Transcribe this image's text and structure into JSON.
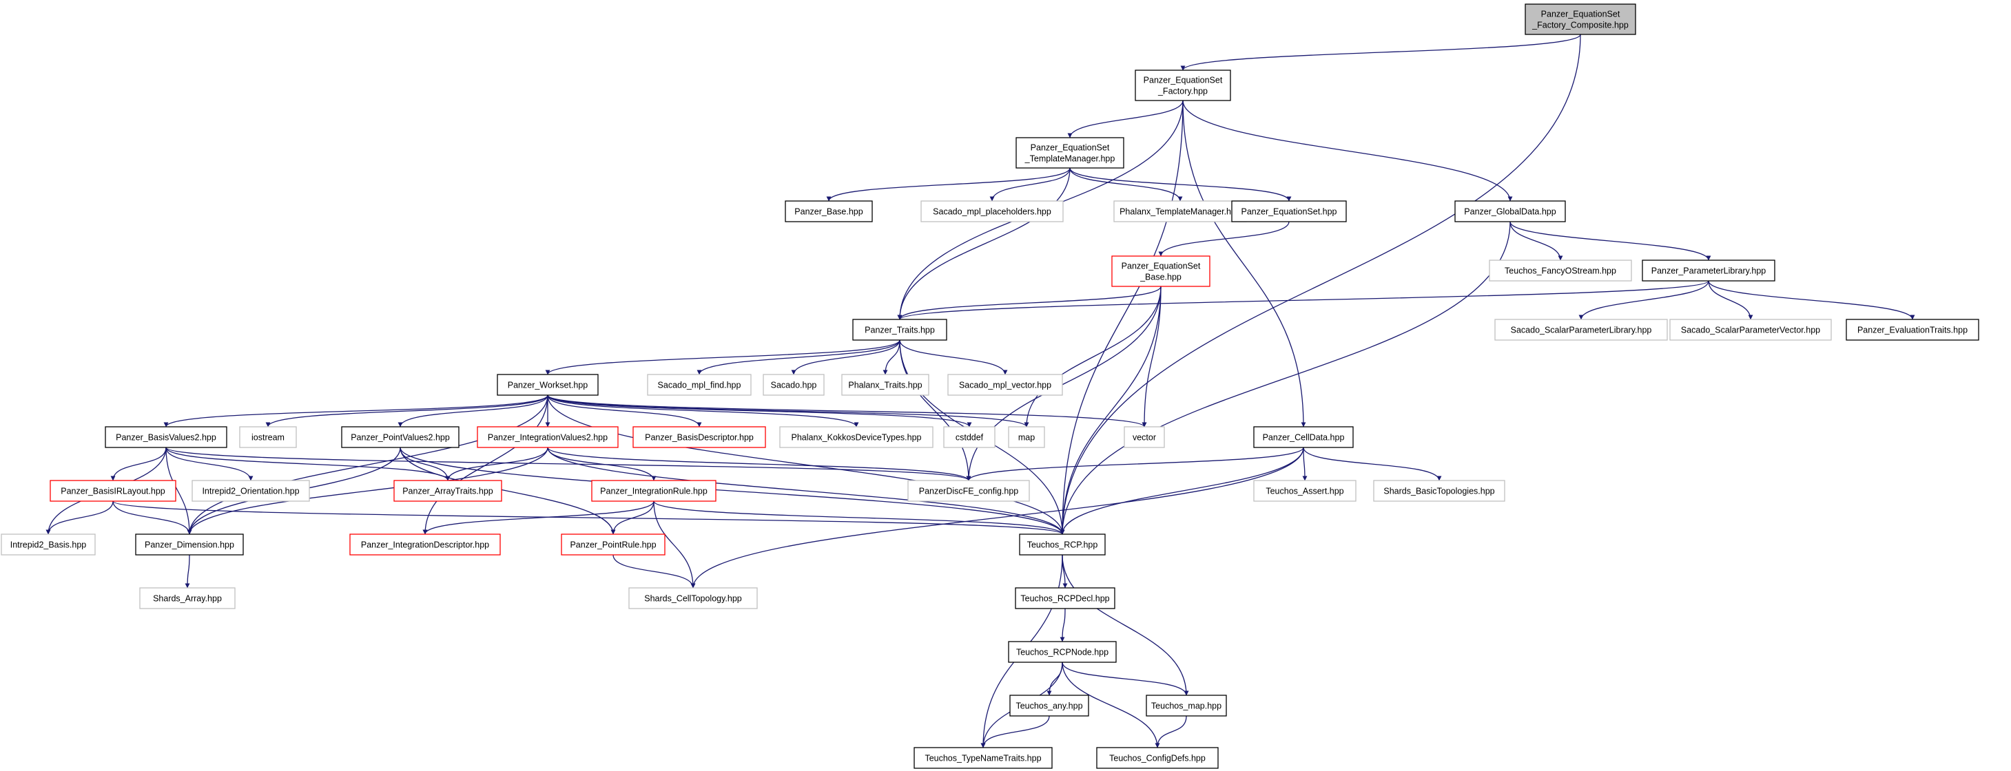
{
  "colors": {
    "edge": "#191970",
    "root_fill": "#bfbfbf",
    "documented_border": "#000000",
    "undocumented_border": "#c0c0c0",
    "truncated_border": "#ff0000"
  },
  "nodes": [
    {
      "id": "root",
      "lines": [
        "Panzer_EquationSet",
        "_Factory_Composite.hpp"
      ],
      "style": "root"
    },
    {
      "id": "factory",
      "lines": [
        "Panzer_EquationSet",
        "_Factory.hpp"
      ],
      "style": "documented"
    },
    {
      "id": "tm",
      "lines": [
        "Panzer_EquationSet",
        "_TemplateManager.hpp"
      ],
      "style": "documented"
    },
    {
      "id": "base",
      "lines": [
        "Panzer_Base.hpp"
      ],
      "style": "documented"
    },
    {
      "id": "mpl_ph",
      "lines": [
        "Sacado_mpl_placeholders.hpp"
      ],
      "style": "undocumented"
    },
    {
      "id": "phx_tm",
      "lines": [
        "Phalanx_TemplateManager.hpp"
      ],
      "style": "undocumented"
    },
    {
      "id": "eqset",
      "lines": [
        "Panzer_EquationSet.hpp"
      ],
      "style": "documented"
    },
    {
      "id": "eqbase",
      "lines": [
        "Panzer_EquationSet",
        "_Base.hpp"
      ],
      "style": "truncated"
    },
    {
      "id": "globaldata",
      "lines": [
        "Panzer_GlobalData.hpp"
      ],
      "style": "documented"
    },
    {
      "id": "fancy",
      "lines": [
        "Teuchos_FancyOStream.hpp"
      ],
      "style": "undocumented"
    },
    {
      "id": "paramlib",
      "lines": [
        "Panzer_ParameterLibrary.hpp"
      ],
      "style": "documented"
    },
    {
      "id": "scalarlib",
      "lines": [
        "Sacado_ScalarParameterLibrary.hpp"
      ],
      "style": "undocumented"
    },
    {
      "id": "scalarvec",
      "lines": [
        "Sacado_ScalarParameterVector.hpp"
      ],
      "style": "undocumented"
    },
    {
      "id": "evaltraits",
      "lines": [
        "Panzer_EvaluationTraits.hpp"
      ],
      "style": "documented"
    },
    {
      "id": "traits",
      "lines": [
        "Panzer_Traits.hpp"
      ],
      "style": "documented"
    },
    {
      "id": "mpl_find",
      "lines": [
        "Sacado_mpl_find.hpp"
      ],
      "style": "undocumented"
    },
    {
      "id": "sacado",
      "lines": [
        "Sacado.hpp"
      ],
      "style": "undocumented"
    },
    {
      "id": "phx_traits",
      "lines": [
        "Phalanx_Traits.hpp"
      ],
      "style": "undocumented"
    },
    {
      "id": "mpl_vector",
      "lines": [
        "Sacado_mpl_vector.hpp"
      ],
      "style": "undocumented"
    },
    {
      "id": "workset",
      "lines": [
        "Panzer_Workset.hpp"
      ],
      "style": "documented"
    },
    {
      "id": "basisvalues",
      "lines": [
        "Panzer_BasisValues2.hpp"
      ],
      "style": "documented"
    },
    {
      "id": "iostream",
      "lines": [
        "iostream"
      ],
      "style": "undocumented"
    },
    {
      "id": "pointvalues",
      "lines": [
        "Panzer_PointValues2.hpp"
      ],
      "style": "documented"
    },
    {
      "id": "intvalues",
      "lines": [
        "Panzer_IntegrationValues2.hpp"
      ],
      "style": "truncated"
    },
    {
      "id": "basisdesc",
      "lines": [
        "Panzer_BasisDescriptor.hpp"
      ],
      "style": "truncated"
    },
    {
      "id": "phx_kokkos",
      "lines": [
        "Phalanx_KokkosDeviceTypes.hpp"
      ],
      "style": "undocumented"
    },
    {
      "id": "cstddef",
      "lines": [
        "cstddef"
      ],
      "style": "undocumented"
    },
    {
      "id": "map",
      "lines": [
        "map"
      ],
      "style": "undocumented"
    },
    {
      "id": "vector",
      "lines": [
        "vector"
      ],
      "style": "undocumented"
    },
    {
      "id": "celldata",
      "lines": [
        "Panzer_CellData.hpp"
      ],
      "style": "documented"
    },
    {
      "id": "teuchos_assert",
      "lines": [
        "Teuchos_Assert.hpp"
      ],
      "style": "undocumented"
    },
    {
      "id": "shards_basic",
      "lines": [
        "Shards_BasicTopologies.hpp"
      ],
      "style": "undocumented"
    },
    {
      "id": "basisir",
      "lines": [
        "Panzer_BasisIRLayout.hpp"
      ],
      "style": "truncated"
    },
    {
      "id": "intrepid_orient",
      "lines": [
        "Intrepid2_Orientation.hpp"
      ],
      "style": "undocumented"
    },
    {
      "id": "arraytraits",
      "lines": [
        "Panzer_ArrayTraits.hpp"
      ],
      "style": "truncated"
    },
    {
      "id": "introle",
      "lines": [
        "Panzer_IntegrationRule.hpp"
      ],
      "style": "truncated"
    },
    {
      "id": "discfe",
      "lines": [
        "PanzerDiscFE_config.hpp"
      ],
      "style": "undocumented"
    },
    {
      "id": "intrepid_basis",
      "lines": [
        "Intrepid2_Basis.hpp"
      ],
      "style": "undocumented"
    },
    {
      "id": "dimension",
      "lines": [
        "Panzer_Dimension.hpp"
      ],
      "style": "documented"
    },
    {
      "id": "intdesc",
      "lines": [
        "Panzer_IntegrationDescriptor.hpp"
      ],
      "style": "truncated"
    },
    {
      "id": "pointrule",
      "lines": [
        "Panzer_PointRule.hpp"
      ],
      "style": "truncated"
    },
    {
      "id": "rcp",
      "lines": [
        "Teuchos_RCP.hpp"
      ],
      "style": "documented"
    },
    {
      "id": "shards_array",
      "lines": [
        "Shards_Array.hpp"
      ],
      "style": "undocumented"
    },
    {
      "id": "shards_cell",
      "lines": [
        "Shards_CellTopology.hpp"
      ],
      "style": "undocumented"
    },
    {
      "id": "rcpdecl",
      "lines": [
        "Teuchos_RCPDecl.hpp"
      ],
      "style": "documented"
    },
    {
      "id": "rcpnode",
      "lines": [
        "Teuchos_RCPNode.hpp"
      ],
      "style": "documented"
    },
    {
      "id": "teuchos_any",
      "lines": [
        "Teuchos_any.hpp"
      ],
      "style": "documented"
    },
    {
      "id": "teuchos_map",
      "lines": [
        "Teuchos_map.hpp"
      ],
      "style": "documented"
    },
    {
      "id": "typename",
      "lines": [
        "Teuchos_TypeNameTraits.hpp"
      ],
      "style": "documented"
    },
    {
      "id": "configdefs",
      "lines": [
        "Teuchos_ConfigDefs.hpp"
      ],
      "style": "documented"
    }
  ],
  "edges": [
    [
      "root",
      "factory"
    ],
    [
      "root",
      "rcp"
    ],
    [
      "factory",
      "tm"
    ],
    [
      "factory",
      "traits"
    ],
    [
      "factory",
      "globaldata"
    ],
    [
      "factory",
      "celldata"
    ],
    [
      "factory",
      "rcp"
    ],
    [
      "tm",
      "base"
    ],
    [
      "tm",
      "mpl_ph"
    ],
    [
      "tm",
      "phx_tm"
    ],
    [
      "tm",
      "eqset"
    ],
    [
      "tm",
      "traits"
    ],
    [
      "eqset",
      "eqbase"
    ],
    [
      "eqbase",
      "traits"
    ],
    [
      "eqbase",
      "map"
    ],
    [
      "eqbase",
      "vector"
    ],
    [
      "eqbase",
      "discfe"
    ],
    [
      "eqbase",
      "rcp"
    ],
    [
      "globaldata",
      "fancy"
    ],
    [
      "globaldata",
      "paramlib"
    ],
    [
      "globaldata",
      "rcp"
    ],
    [
      "paramlib",
      "traits"
    ],
    [
      "paramlib",
      "scalarlib"
    ],
    [
      "paramlib",
      "scalarvec"
    ],
    [
      "paramlib",
      "evaltraits"
    ],
    [
      "traits",
      "mpl_find"
    ],
    [
      "traits",
      "sacado"
    ],
    [
      "traits",
      "phx_traits"
    ],
    [
      "traits",
      "mpl_vector"
    ],
    [
      "traits",
      "workset"
    ],
    [
      "traits",
      "discfe"
    ],
    [
      "traits",
      "rcp"
    ],
    [
      "workset",
      "basisvalues"
    ],
    [
      "workset",
      "iostream"
    ],
    [
      "workset",
      "pointvalues"
    ],
    [
      "workset",
      "intvalues"
    ],
    [
      "workset",
      "basisdesc"
    ],
    [
      "workset",
      "phx_kokkos"
    ],
    [
      "workset",
      "cstddef"
    ],
    [
      "workset",
      "map"
    ],
    [
      "workset",
      "vector"
    ],
    [
      "workset",
      "intdesc"
    ],
    [
      "workset",
      "rcp"
    ],
    [
      "workset",
      "dimension"
    ],
    [
      "basisvalues",
      "basisir"
    ],
    [
      "basisvalues",
      "intrepid_orient"
    ],
    [
      "basisvalues",
      "arraytraits"
    ],
    [
      "basisvalues",
      "dimension"
    ],
    [
      "basisvalues",
      "intrepid_basis"
    ],
    [
      "basisvalues",
      "discfe"
    ],
    [
      "pointvalues",
      "arraytraits"
    ],
    [
      "pointvalues",
      "pointrule"
    ],
    [
      "pointvalues",
      "dimension"
    ],
    [
      "pointvalues",
      "rcp"
    ],
    [
      "intvalues",
      "arraytraits"
    ],
    [
      "intvalues",
      "introle"
    ],
    [
      "intvalues",
      "dimension"
    ],
    [
      "intvalues",
      "discfe"
    ],
    [
      "intvalues",
      "rcp"
    ],
    [
      "basisir",
      "intrepid_basis"
    ],
    [
      "basisir",
      "dimension"
    ],
    [
      "basisir",
      "rcp"
    ],
    [
      "introle",
      "intdesc"
    ],
    [
      "introle",
      "pointrule"
    ],
    [
      "introle",
      "shards_cell"
    ],
    [
      "introle",
      "rcp"
    ],
    [
      "pointrule",
      "shards_cell"
    ],
    [
      "dimension",
      "shards_array"
    ],
    [
      "celldata",
      "discfe"
    ],
    [
      "celldata",
      "teuchos_assert"
    ],
    [
      "celldata",
      "shards_basic"
    ],
    [
      "celldata",
      "rcp"
    ],
    [
      "celldata",
      "shards_cell"
    ],
    [
      "rcp",
      "rcpdecl"
    ],
    [
      "rcp",
      "typename"
    ],
    [
      "rcp",
      "teuchos_map"
    ],
    [
      "rcpdecl",
      "rcpnode"
    ],
    [
      "rcpnode",
      "teuchos_any"
    ],
    [
      "rcpnode",
      "teuchos_map"
    ],
    [
      "rcpnode",
      "typename"
    ],
    [
      "rcpnode",
      "configdefs"
    ],
    [
      "teuchos_any",
      "typename"
    ],
    [
      "teuchos_map",
      "configdefs"
    ]
  ]
}
